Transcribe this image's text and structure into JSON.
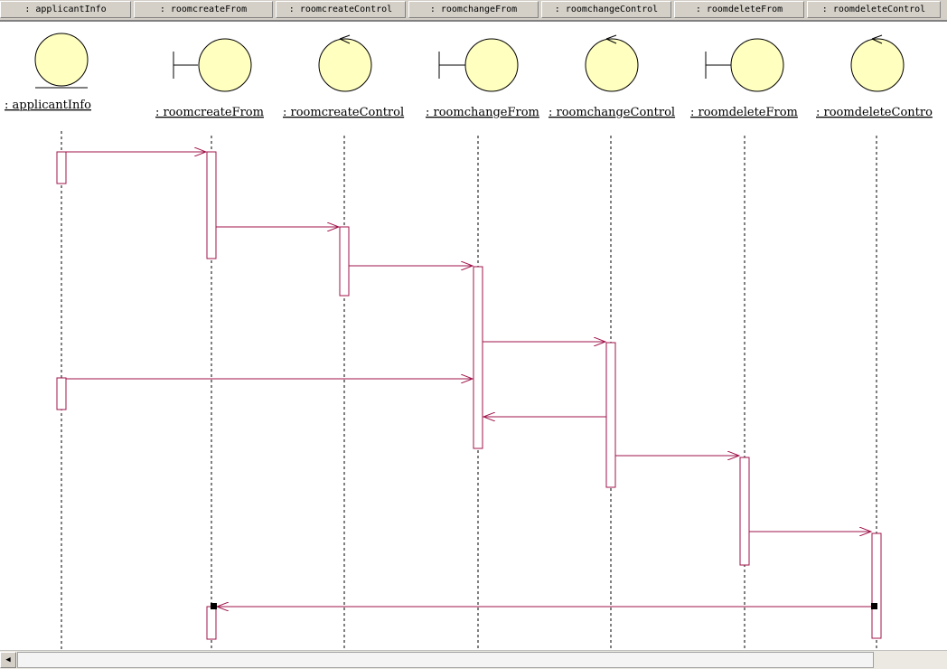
{
  "header": {
    "columns": [
      ": applicantInfo",
      ": roomcreateFrom",
      ": roomcreateControl",
      ": roomchangeFrom",
      ": roomchangeControl",
      ": roomdeleteFrom",
      ": roomdeleteControl"
    ]
  },
  "diagram": {
    "objects": [
      {
        "kind": "entity",
        "label": ": applicantInfo"
      },
      {
        "kind": "boundary",
        "label": ": roomcreateFrom"
      },
      {
        "kind": "control",
        "label": ": roomcreateControl"
      },
      {
        "kind": "boundary",
        "label": ": roomchangeFrom"
      },
      {
        "kind": "control",
        "label": ": roomchangeControl"
      },
      {
        "kind": "boundary",
        "label": ": roomdeleteFrom"
      },
      {
        "kind": "control",
        "label": ": roomdeleteContro"
      }
    ],
    "messages": [
      {
        "from": 0,
        "to": 1
      },
      {
        "from": 1,
        "to": 2
      },
      {
        "from": 2,
        "to": 3
      },
      {
        "from": 3,
        "to": 4
      },
      {
        "from": 0,
        "to": 3
      },
      {
        "from": 4,
        "to": 3
      },
      {
        "from": 4,
        "to": 5
      },
      {
        "from": 5,
        "to": 6
      },
      {
        "from": 6,
        "to": 1
      }
    ],
    "colors": {
      "activation": "#a0134a",
      "message": "#a0134a",
      "fill": "#ffffc0"
    }
  },
  "scrollbar": {
    "left_arrow_icon": "◀"
  }
}
